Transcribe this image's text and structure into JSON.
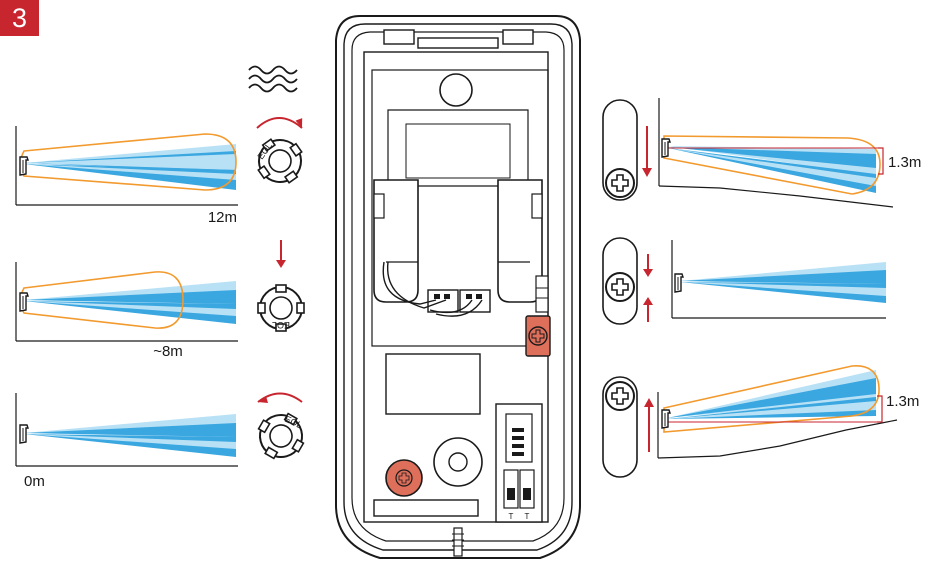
{
  "step_number": "3",
  "colors": {
    "accent_red": "#c8262f",
    "beam_orange": "#f29a2e",
    "beam_blue_dark": "#3aa7e0",
    "beam_blue_light": "#b9e1f6",
    "screw_red": "#de6f5b",
    "ink": "#1a1a1a"
  },
  "range_settings": [
    {
      "distance_label": "12m",
      "lens_rotation": "clockwise"
    },
    {
      "distance_label": "~8m",
      "lens_rotation": "none"
    },
    {
      "distance_label": "0m",
      "lens_rotation": "counter-clockwise"
    }
  ],
  "lens_mark": "EOL",
  "tilt_settings": [
    {
      "height_label": "1.3m",
      "mount_adjust": "slide-down"
    },
    {
      "height_label": "",
      "mount_adjust": "center"
    },
    {
      "height_label": "1.3m",
      "mount_adjust": "slide-up"
    }
  ],
  "terminal_labels": [
    "T",
    "T"
  ],
  "icons": [
    "wave-icon",
    "rotate-clockwise-arrow-icon",
    "rotate-counterclockwise-arrow-icon",
    "down-arrow-icon",
    "up-arrow-icon",
    "screw-icon",
    "detector-head-icon"
  ]
}
